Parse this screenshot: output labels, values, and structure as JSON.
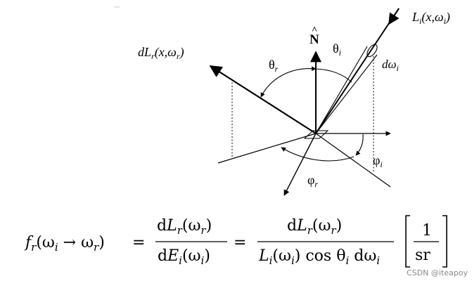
{
  "labels": {
    "incident_radiance": "L",
    "incident_sub": "i",
    "incident_args": "(x,ω",
    "incident_args_sub": "i",
    "incident_close": ")",
    "reflected_d": "dL",
    "reflected_sub": "r",
    "reflected_args": "(x,ω",
    "reflected_args_sub": "r",
    "reflected_close": ")",
    "normal": "N",
    "normal_hat": "^",
    "theta": "θ",
    "theta_i_sub": "i",
    "theta_r_sub": "r",
    "phi": "φ",
    "phi_i_sub": "i",
    "phi_r_sub": "r",
    "domega": "dω",
    "domega_sub": "i"
  },
  "formula": {
    "lhs_f": "f",
    "lhs_f_sub": "r",
    "lhs_args": "(ω",
    "lhs_args_sub_i": "i",
    "arrow": " → ",
    "lhs_omega_r": "ω",
    "lhs_omega_r_sub": "r",
    "lhs_close": ")",
    "eq": "=",
    "frac1_num_d": "d",
    "frac1_num_L": "L",
    "frac1_num_sub": "r",
    "frac1_num_args": "(ω",
    "frac1_num_args_sub": "r",
    "frac1_num_close": ")",
    "frac1_den_d": "d",
    "frac1_den_E": "E",
    "frac1_den_sub": "i",
    "frac1_den_args": "(ω",
    "frac1_den_args_sub": "i",
    "frac1_den_close": ")",
    "eq2": "=",
    "frac2_num_d": "d",
    "frac2_num_L": "L",
    "frac2_num_sub": "r",
    "frac2_num_args": "(ω",
    "frac2_num_args_sub": "r",
    "frac2_num_close": ")",
    "frac2_den_L": "L",
    "frac2_den_sub": "i",
    "frac2_den_args": "(ω",
    "frac2_den_args_sub": "i",
    "frac2_den_close": ")",
    "frac2_den_cos": " cos ",
    "frac2_den_theta": "θ",
    "frac2_den_theta_sub": "i",
    "frac2_den_domega": " dω",
    "frac2_den_domega_sub": "i",
    "unit_num": "1",
    "unit_den": "sr"
  },
  "watermark": "CSDN @iteapoy"
}
